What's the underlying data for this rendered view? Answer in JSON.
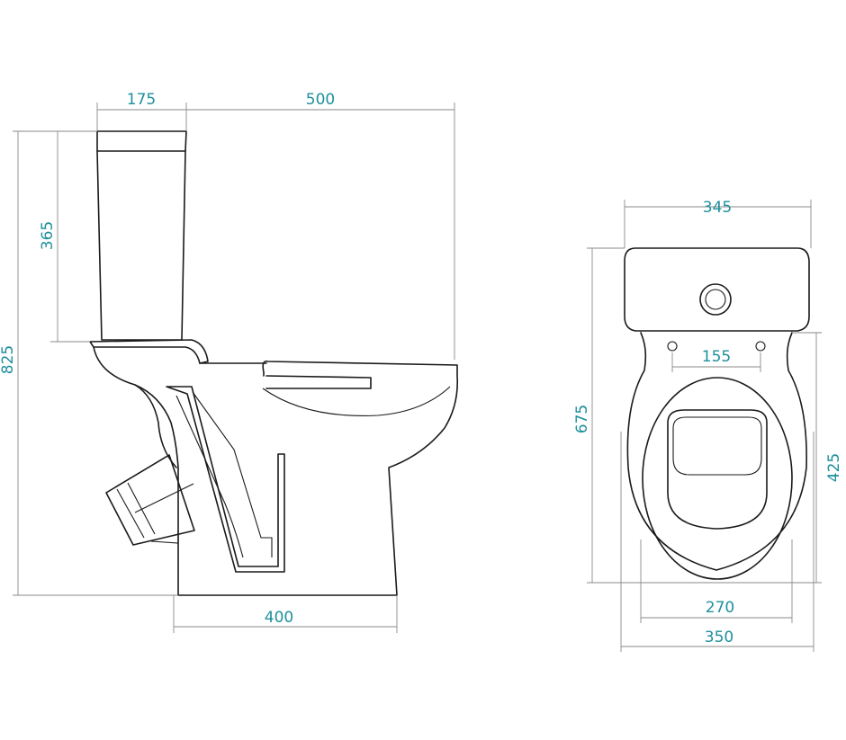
{
  "colors": {
    "dimension_text": "#1f8f9c",
    "outline": "#1a1a1a",
    "dimension_line": "#8a8a8a"
  },
  "side_view": {
    "tank_depth": "175",
    "overall_depth": "500",
    "tank_height": "365",
    "overall_height": "825",
    "base_length": "400"
  },
  "top_view": {
    "tank_width": "345",
    "overall_length": "675",
    "hinge_spacing": "155",
    "bowl_length": "425",
    "base_width": "270",
    "overall_width": "350"
  }
}
